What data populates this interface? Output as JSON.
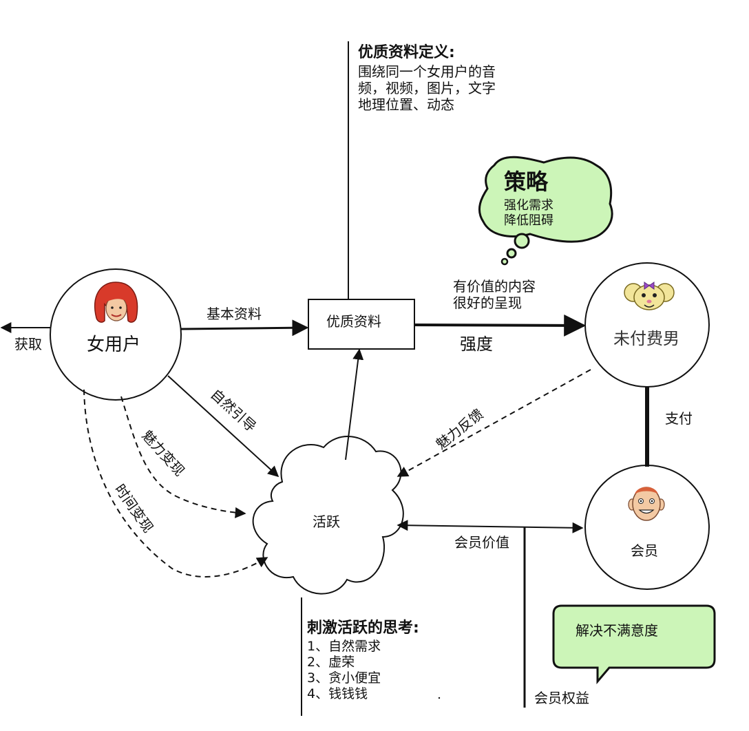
{
  "nodes": {
    "female_user": "女用户",
    "quality_profile": "优质资料",
    "unpaid_male": "未付费男",
    "active": "活跃",
    "member": "会员"
  },
  "edges": {
    "acquire": "获取",
    "basic_profile": "基本资料",
    "natural_guidance": "自然引导",
    "charm_monetize": "魅力变现",
    "time_monetize": "时间变现",
    "valuable_content": "有价值的内容\n很好的呈现",
    "intensity": "强度",
    "charm_feedback": "魅力反馈",
    "pay": "支付",
    "member_value": "会员价值",
    "member_rights": "会员权益"
  },
  "notes": {
    "quality_def_title": "优质资料定义:",
    "quality_def_body": "围绕同一个女用户的音\n频，视频，图片，文字\n地理位置、动态",
    "strategy_title": "策略",
    "strategy_body": "强化需求\n降低阻碍",
    "stimulate_title": "刺激活跃的思考:",
    "stimulate_items": "1、自然需求\n2、虚荣\n3、贪小便宜\n4、钱钱钱",
    "dissatisfaction": "解决不满意度"
  },
  "colors": {
    "bubble_fill": "#ccf5b8",
    "line": "#111111",
    "hair_red": "#d83a2a",
    "skin": "#f3c9a3",
    "mouse_yellow": "#f2e59a",
    "bow_purple": "#9c49c8"
  },
  "icons": {
    "female_avatar": "woman-red-hair-icon",
    "mouse_avatar": "cartoon-mouse-icon",
    "member_avatar": "bald-man-icon"
  }
}
